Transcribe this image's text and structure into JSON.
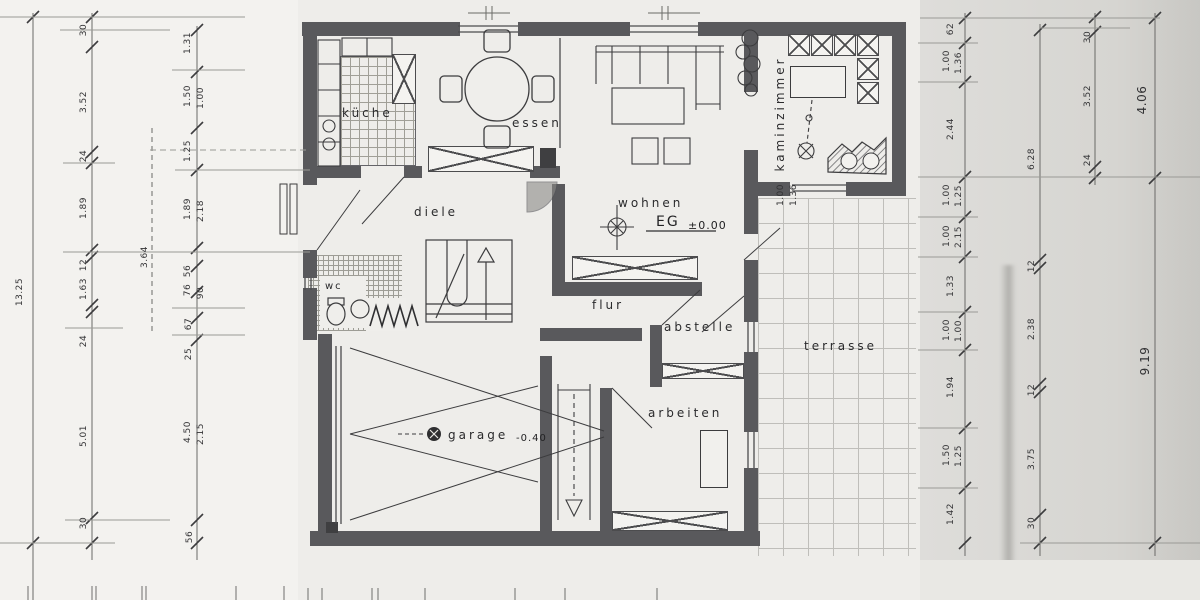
{
  "drawing": {
    "type": "floor-plan",
    "floor_label": "EG"
  },
  "rooms": {
    "kueche": "küche",
    "essen": "essen",
    "wohnen": "wohnen",
    "kaminzimmer": "kaminzimmer",
    "diele": "diele",
    "wc": "wc",
    "flur": "flur",
    "abstelle": "abstelle",
    "arbeiten": "arbeiten",
    "garage": "garage",
    "terrasse": "terrasse"
  },
  "levels": {
    "floor": "EG",
    "floor_value": "±0.00",
    "garage_value": "-0.40"
  },
  "dims": {
    "left_total": "13.25",
    "mid": "3.64",
    "right_total_top": "4.06",
    "right_total_bottom": "9.19",
    "left_a": [
      "30",
      "3.52",
      "24",
      "1.89",
      "12",
      "1.63",
      "24",
      "5.01",
      "30"
    ],
    "left_b": [
      "1.31",
      "1.50",
      "1.00",
      "1.25",
      "1.89",
      "2.18",
      "56",
      "76",
      "90",
      "67",
      "25",
      "4.50",
      "2.15",
      "56"
    ],
    "right_a": [
      "62",
      "1.00",
      "1.36",
      "2.44",
      "1.00",
      "1.25",
      "1.00",
      "2.15",
      "1.33",
      "1.00",
      "1.00",
      "1.94",
      "1.50",
      "1.25",
      "1.42"
    ],
    "right_b": [
      "6.28",
      "12",
      "2.38",
      "12",
      "3.75",
      "30"
    ],
    "right_c": [
      "30",
      "3.52",
      "24"
    ],
    "door": [
      "1.00",
      "1.36"
    ]
  },
  "colors": {
    "wall": "#59595c",
    "line": "#3c3c3e",
    "paper_left": "#f3f2ef",
    "paper_plan": "#eeedea",
    "paper_right": "#d8d7d3"
  }
}
